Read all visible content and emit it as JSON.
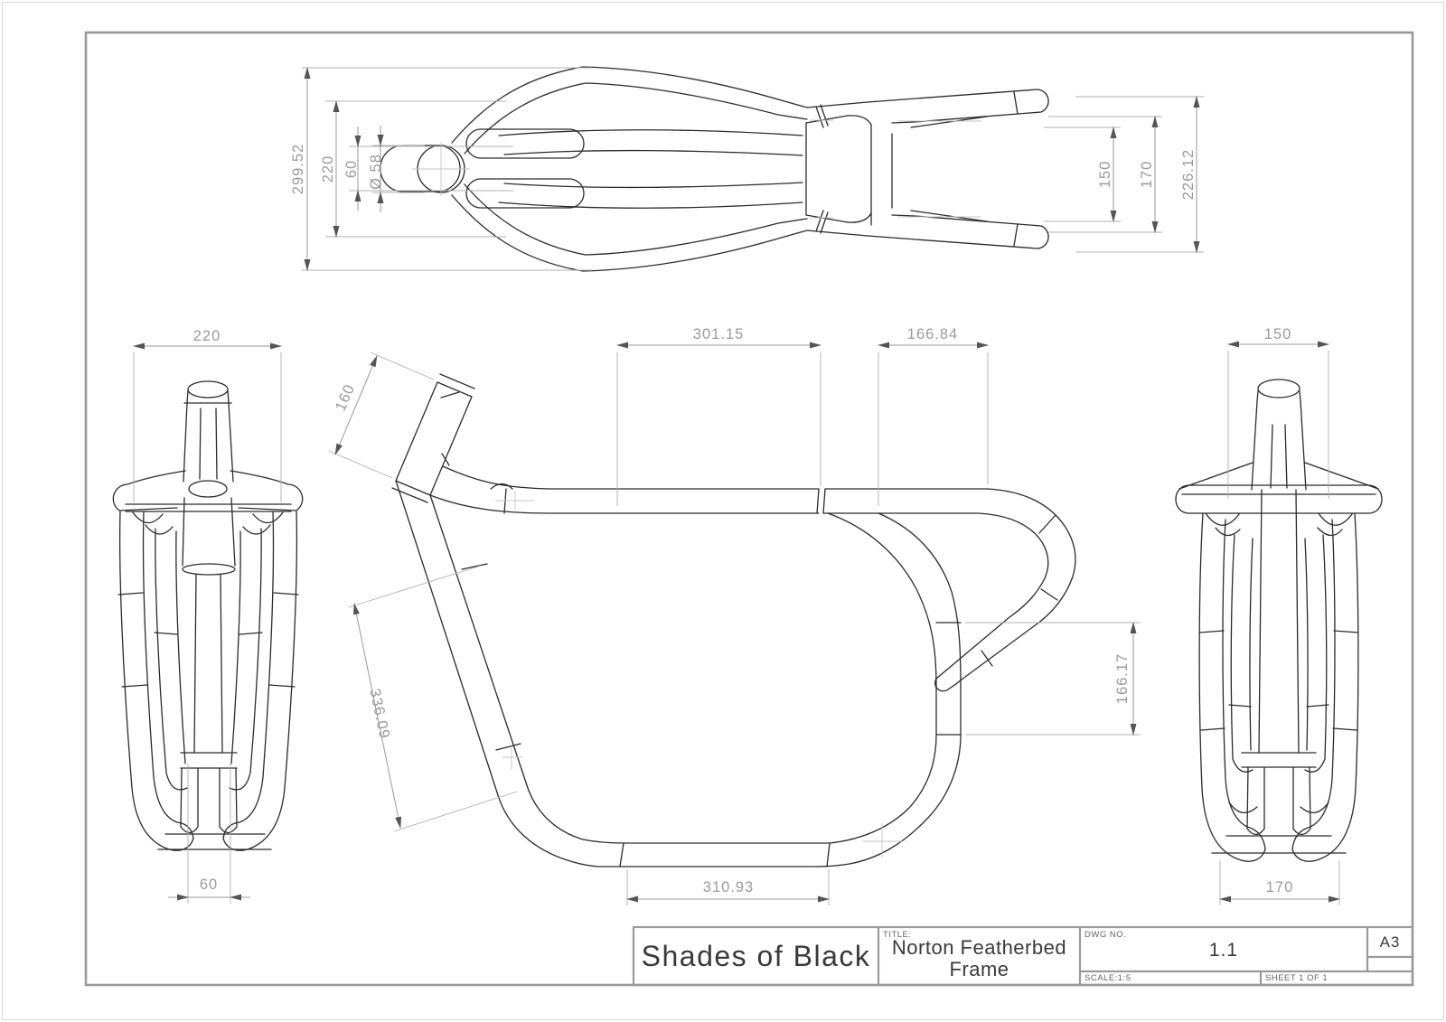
{
  "title_block": {
    "company": "Shades of Black",
    "title_label": "TITLE:",
    "title": [
      "Norton Featherbed",
      "Frame"
    ],
    "dwg_label": "DWG NO.",
    "dwg_no": "1.1",
    "size": "A3",
    "scale": "SCALE:1:5",
    "sheet": "SHEET 1 OF 1"
  },
  "views": {
    "top": {
      "dims": {
        "overall": "299.52",
        "outer": "220",
        "tube_gap": "60",
        "head_dia": "Ø 58",
        "rear_inner": "150",
        "rear_mid": "170",
        "rear_overall": "226.12"
      }
    },
    "front": {
      "dims": {
        "width": "220",
        "rail_gap": "60"
      }
    },
    "side": {
      "dims": {
        "head_tube": "160",
        "top_tube": "301.15",
        "rear_top": "166.84",
        "down_tube": "336.09",
        "rear_height": "166.17",
        "bottom_rail": "310.93"
      }
    },
    "rear": {
      "dims": {
        "width": "150",
        "rail_span": "170"
      }
    }
  }
}
